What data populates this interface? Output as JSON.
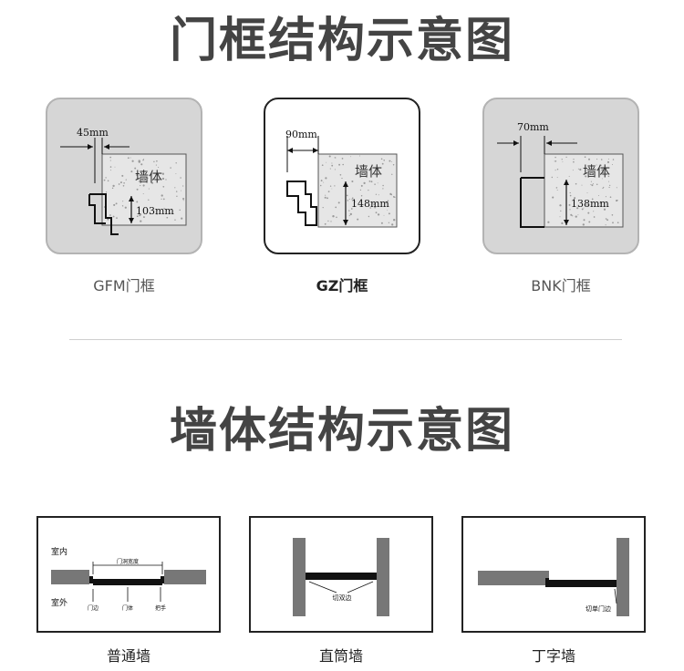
{
  "titles": {
    "frame": "门框结构示意图",
    "wall": "墙体结构示意图"
  },
  "frames": [
    {
      "caption": "GFM门框",
      "width_label": "45mm",
      "depth_label": "103mm",
      "wall_label": "墙体"
    },
    {
      "caption": "GZ门框",
      "width_label": "90mm",
      "depth_label": "148mm",
      "wall_label": "墙体"
    },
    {
      "caption": "BNK门框",
      "width_label": "70mm",
      "depth_label": "138mm",
      "wall_label": "墙体"
    }
  ],
  "walls": [
    {
      "caption": "普通墙",
      "indoor": "室内",
      "outdoor": "室外",
      "width_label": "门洞宽度",
      "labels": [
        "门边",
        "门体",
        "把手"
      ]
    },
    {
      "caption": "直筒墙",
      "note": "切双边"
    },
    {
      "caption": "丁字墙",
      "note": "切单门边"
    }
  ],
  "colors": {
    "wall_fill": "#e6e6e6",
    "wall_speckle": "#9a9a9a",
    "frame_stroke": "#111111",
    "wall_gray": "#777777",
    "door_black": "#111111"
  }
}
